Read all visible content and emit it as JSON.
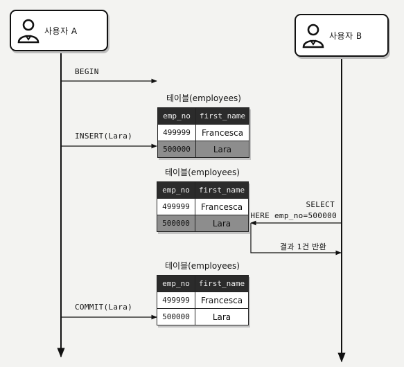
{
  "actors": {
    "a": {
      "label": "사용자 A",
      "icon": "user-icon"
    },
    "b": {
      "label": "사용자 B",
      "icon": "user-icon"
    }
  },
  "messages": {
    "begin": "BEGIN",
    "insert": "INSERT(Lara)",
    "select_line1": "SELECT",
    "select_line2": "WHERE emp_no=500000",
    "result": "결과 1건 반환",
    "commit": "COMMIT(Lara)"
  },
  "tables": [
    {
      "title": "테이블(employees)",
      "headers": [
        "emp_no",
        "first_name"
      ],
      "rows": [
        {
          "emp_no": "499999",
          "first_name": "Francesca",
          "pending": false
        },
        {
          "emp_no": "500000",
          "first_name": "Lara",
          "pending": true
        }
      ]
    },
    {
      "title": "테이블(employees)",
      "headers": [
        "emp_no",
        "first_name"
      ],
      "rows": [
        {
          "emp_no": "499999",
          "first_name": "Francesca",
          "pending": false
        },
        {
          "emp_no": "500000",
          "first_name": "Lara",
          "pending": true
        }
      ]
    },
    {
      "title": "테이블(employees)",
      "headers": [
        "emp_no",
        "first_name"
      ],
      "rows": [
        {
          "emp_no": "499999",
          "first_name": "Francesca",
          "pending": false
        },
        {
          "emp_no": "500000",
          "first_name": "Lara",
          "pending": false
        }
      ]
    }
  ],
  "colors": {
    "line": "#111111",
    "header_bg": "#2b2b2b",
    "pending_row": "#8d8d8d",
    "background": "#f3f3f1"
  }
}
